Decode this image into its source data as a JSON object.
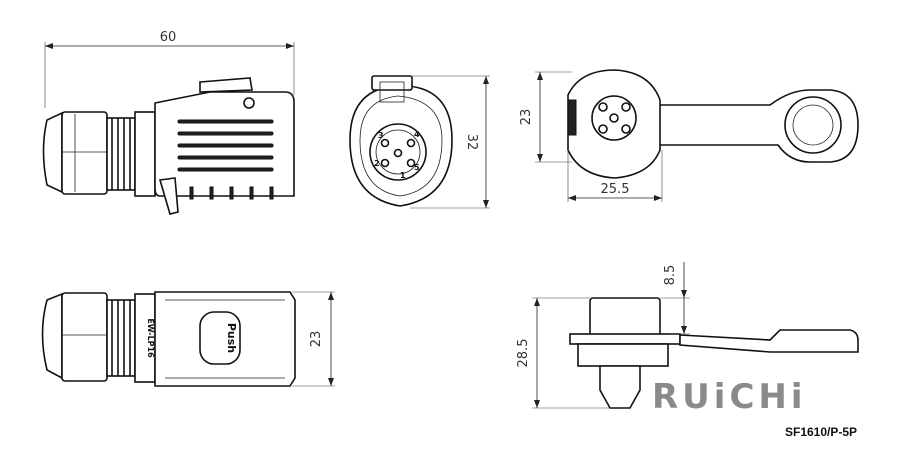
{
  "dimensions": {
    "side_length": "60",
    "front_height": "32",
    "panel_height": "23",
    "panel_width": "25.5",
    "bottom_height": "23",
    "mount_height": "28.5",
    "flange_thickness": "8.5"
  },
  "labels": {
    "push": "Push",
    "model_stamp": "EW-LP16",
    "pin_1": "1",
    "pin_2": "2",
    "pin_3": "3",
    "pin_4": "4",
    "pin_5": "5"
  },
  "brand": {
    "logo_text": "RUiCHi",
    "logo_color": "#8a8a8a",
    "model": "SF1610/P-5P"
  }
}
